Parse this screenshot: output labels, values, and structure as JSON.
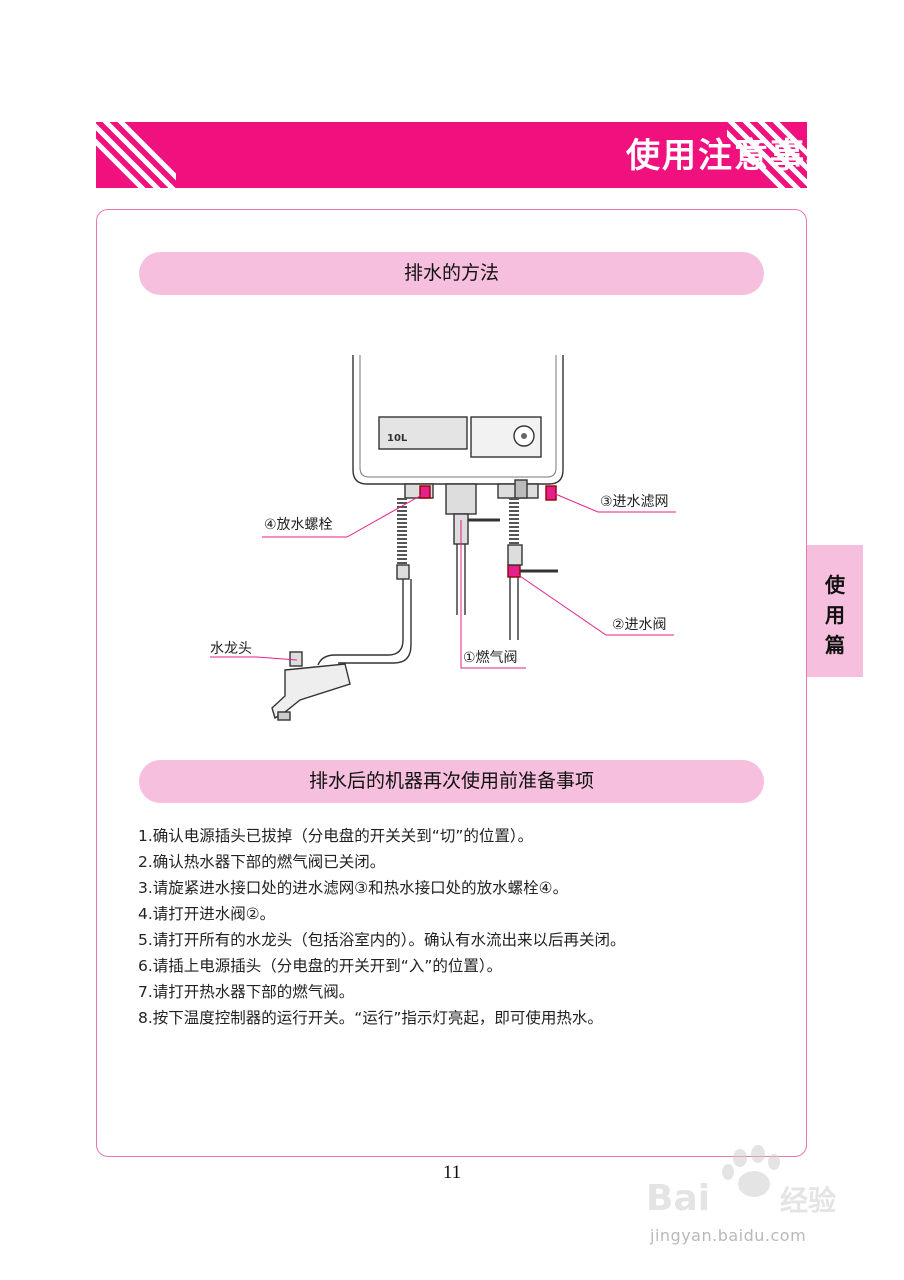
{
  "header": {
    "title": "使用注意事项"
  },
  "sections": {
    "drain_title": "排水的方法",
    "prepare_title": "排水后的机器再次使用前准备事项"
  },
  "side_tab": {
    "chars": [
      "使",
      "用",
      "篇"
    ]
  },
  "diagram": {
    "label_gas_valve": "①燃气阀",
    "label_inlet_valve": "②进水阀",
    "label_inlet_filter": "③进水滤网",
    "label_drain_plug": "④放水螺栓",
    "label_faucet": "水龙头",
    "panel_text": "10L"
  },
  "instructions": [
    "1.确认电源插头已拔掉（分电盘的开关关到“切”的位置）。",
    "2.确认热水器下部的燃气阀已关闭。",
    "3.请旋紧进水接口处的进水滤网③和热水接口处的放水螺栓④。",
    "4.请打开进水阀②。",
    "5.请打开所有的水龙头（包括浴室内的）。确认有水流出来以后再关闭。",
    "6.请插上电源插头（分电盘的开关开到“入”的位置）。",
    "7.请打开热水器下部的燃气阀。",
    "8.按下温度控制器的运行开关。“运行”指示灯亮起，即可使用热水。"
  ],
  "page_number": "11",
  "watermark": {
    "url": "jingyan.baidu.com"
  },
  "colors": {
    "accent": "#f0107e",
    "pill": "#f6bfdd",
    "frame": "#e877b2"
  }
}
